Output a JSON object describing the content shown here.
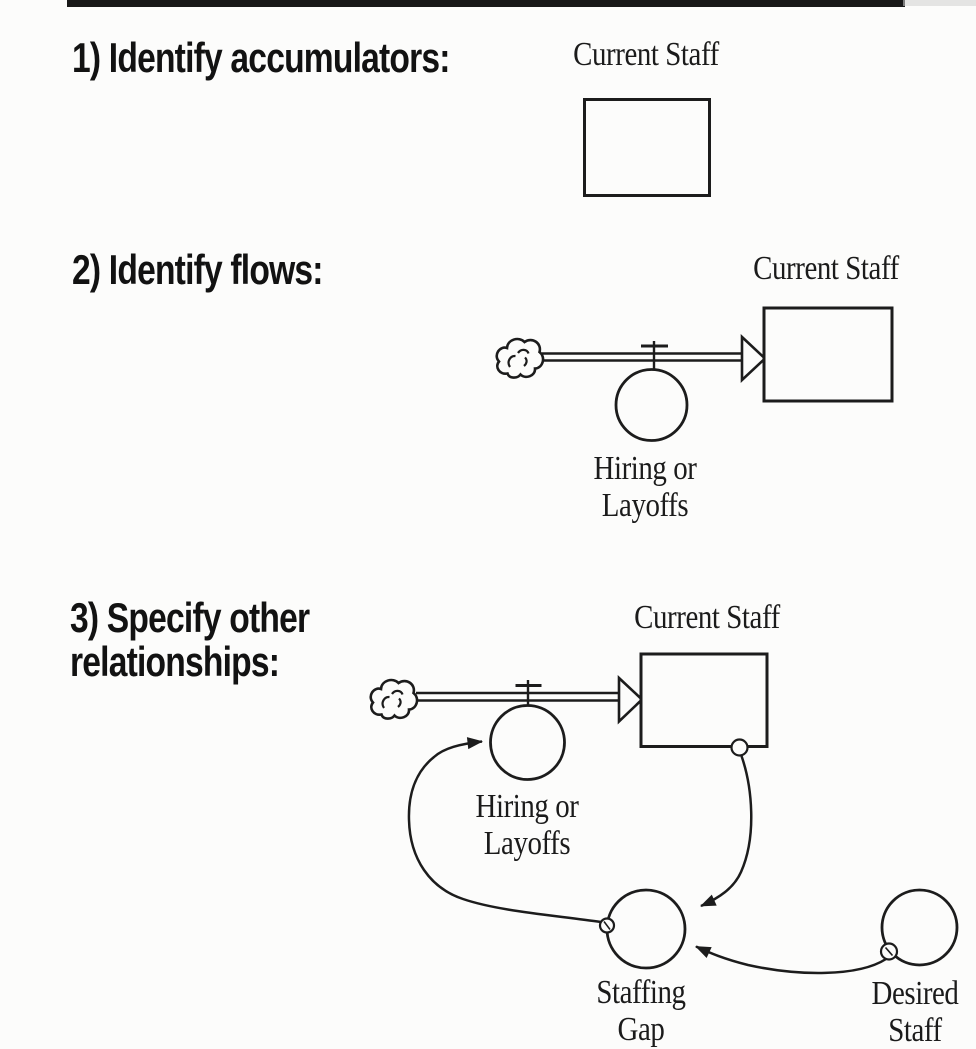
{
  "figure": {
    "colors": {
      "ink": "#1c1c1c",
      "background": "#fcfcfb",
      "top_rule": "#181818"
    },
    "steps": [
      {
        "heading": "1) Identify accumulators:",
        "stock": "Current Staff"
      },
      {
        "heading": "2) Identify flows:",
        "stock": "Current Staff",
        "flow_line1": "Hiring or",
        "flow_line2": "Layoffs"
      },
      {
        "heading_line1": "3) Specify other",
        "heading_line2": "relationships:",
        "stock": "Current Staff",
        "flow_line1": "Hiring or",
        "flow_line2": "Layoffs",
        "aux1_line1": "Staffing",
        "aux1_line2": "Gap",
        "aux2_line1": "Desired",
        "aux2_line2": "Staff"
      }
    ]
  }
}
